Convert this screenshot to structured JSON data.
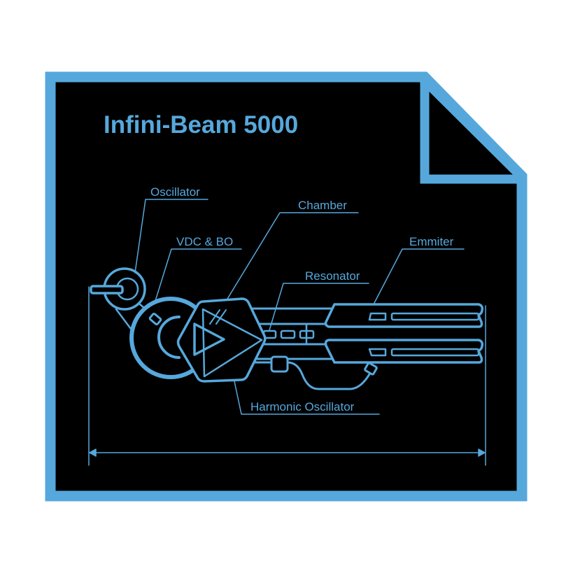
{
  "title": "Infini-Beam 5000",
  "labels": {
    "oscillator": "Oscillator",
    "chamber": "Chamber",
    "vdc_bo": "VDC & BO",
    "emmiter": "Emmiter",
    "resonator": "Resonator",
    "harmonic_oscillator": "Harmonic Oscillator"
  },
  "colors": {
    "accent": "#56a8dc",
    "background": "#000000"
  }
}
